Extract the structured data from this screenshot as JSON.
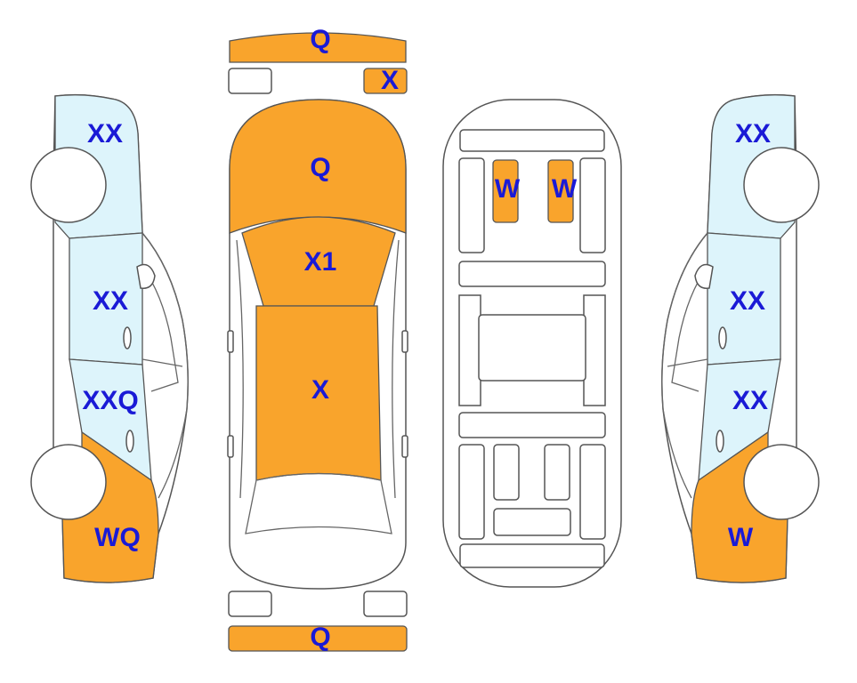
{
  "colors": {
    "damage": "#F9A42C",
    "glass": "#DDF4FB",
    "outline": "#555555",
    "label": "#1A1AD6"
  },
  "labels": {
    "front_bumper": "Q",
    "front_right_marker": "X",
    "hood": "Q",
    "windshield": "X1",
    "roof": "X",
    "rear_bumper": "Q",
    "underbody_left": "W",
    "underbody_right": "W",
    "left_front_fender": "XX",
    "left_front_door": "XX",
    "left_rear_door": "XXQ",
    "left_rear_quarter": "WQ",
    "right_front_fender": "XX",
    "right_front_door": "XX",
    "right_rear_door": "XX",
    "right_rear_quarter": "W"
  }
}
